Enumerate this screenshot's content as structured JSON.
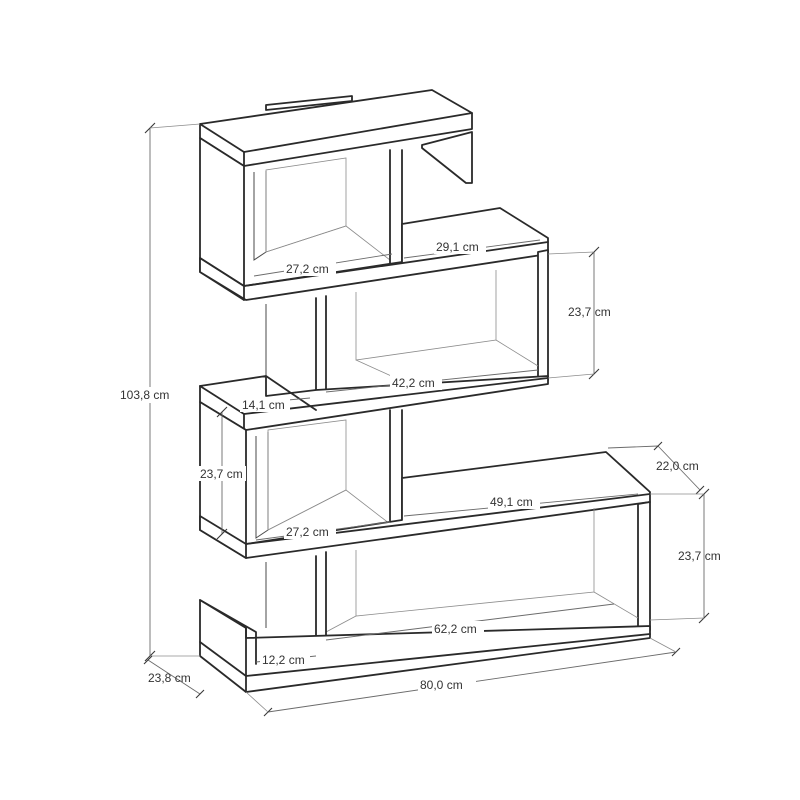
{
  "dimensions": {
    "total_height": "103,8 cm",
    "total_width": "80,0 cm",
    "depth_base": "23,8 cm",
    "top_left_compartment_width": "27,2 cm",
    "top_right_shelf_width": "29,1 cm",
    "upper_right_compartment_height": "23,7 cm",
    "upper_right_compartment_width": "42,2 cm",
    "upper_left_small_width": "14,1 cm",
    "middle_left_compartment_height": "23,7 cm",
    "middle_left_compartment_width": "27,2 cm",
    "lower_right_depth": "22,0 cm",
    "lower_right_shelf_width": "49,1 cm",
    "lower_right_compartment_height": "23,7 cm",
    "bottom_right_compartment_width": "62,2 cm",
    "bottom_left_small_width": "12,2 cm"
  }
}
